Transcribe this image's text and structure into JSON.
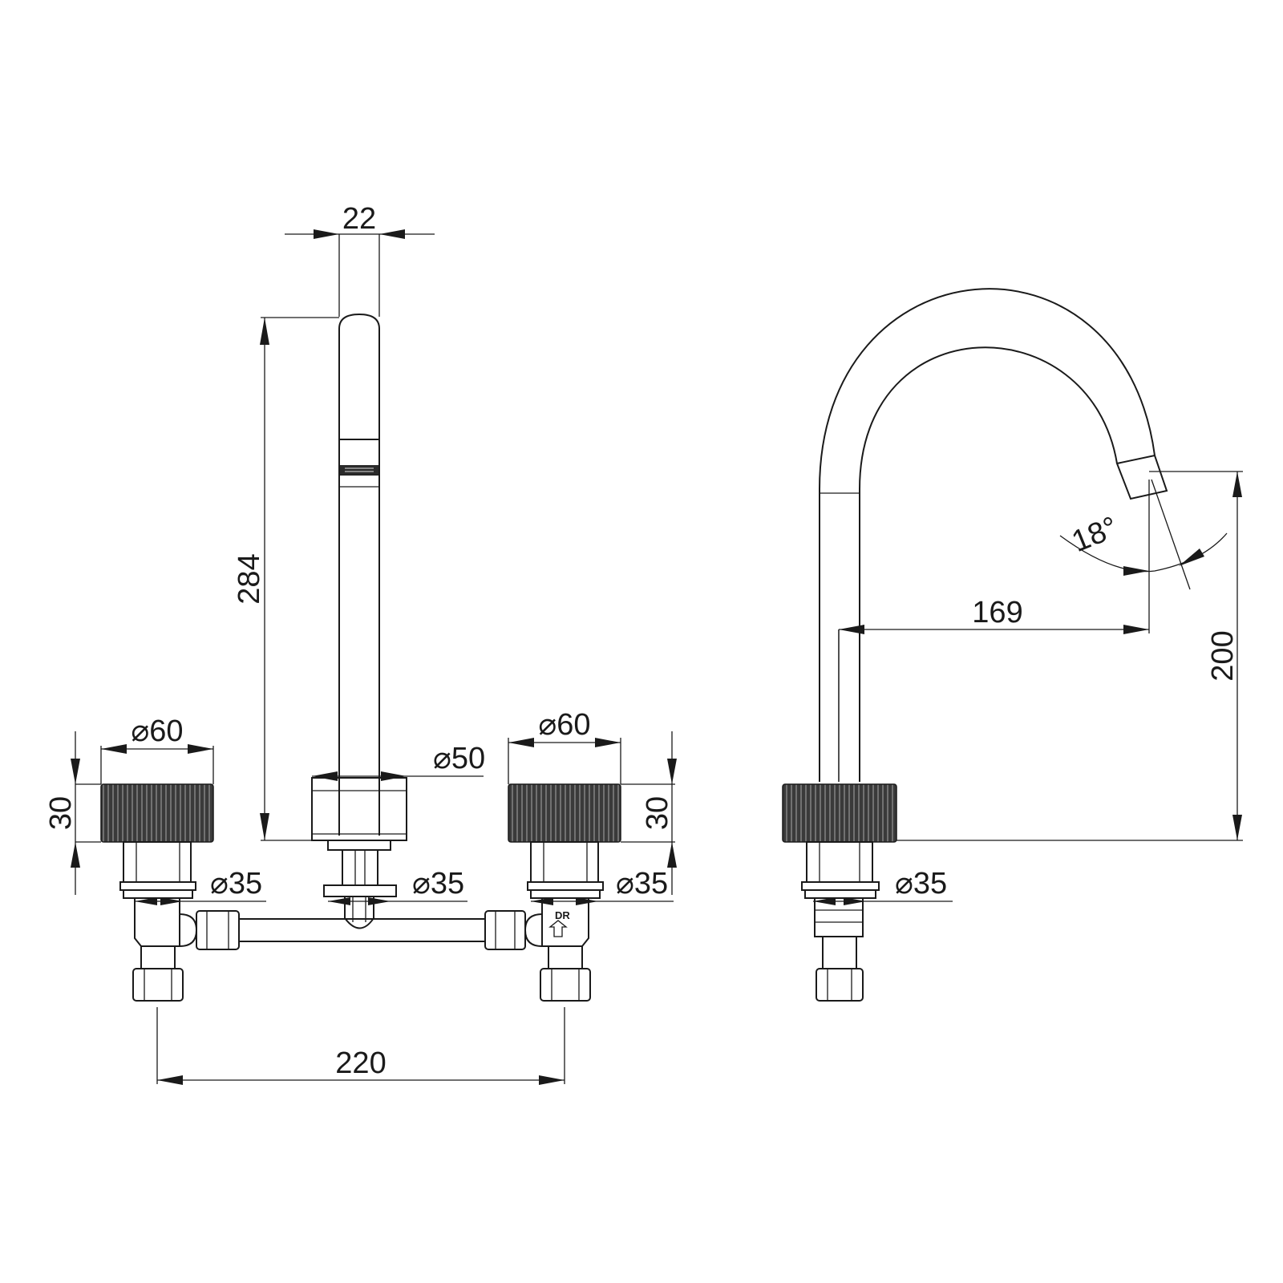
{
  "dimensions": {
    "spout_width": "22",
    "spout_height": "284",
    "spout_base_diameter": "⌀50",
    "left_handle_diameter": "⌀60",
    "right_handle_diameter": "⌀60",
    "left_handle_height": "30",
    "right_handle_height": "30",
    "left_shank_diameter": "⌀35",
    "center_shank_diameter": "⌀35",
    "right_shank_diameter": "⌀35",
    "side_shank_diameter": "⌀35",
    "handle_spacing": "220",
    "spout_reach": "169",
    "spout_outlet_height": "200",
    "outlet_angle": "18°"
  },
  "labels": {
    "valve_marking": "DR"
  }
}
